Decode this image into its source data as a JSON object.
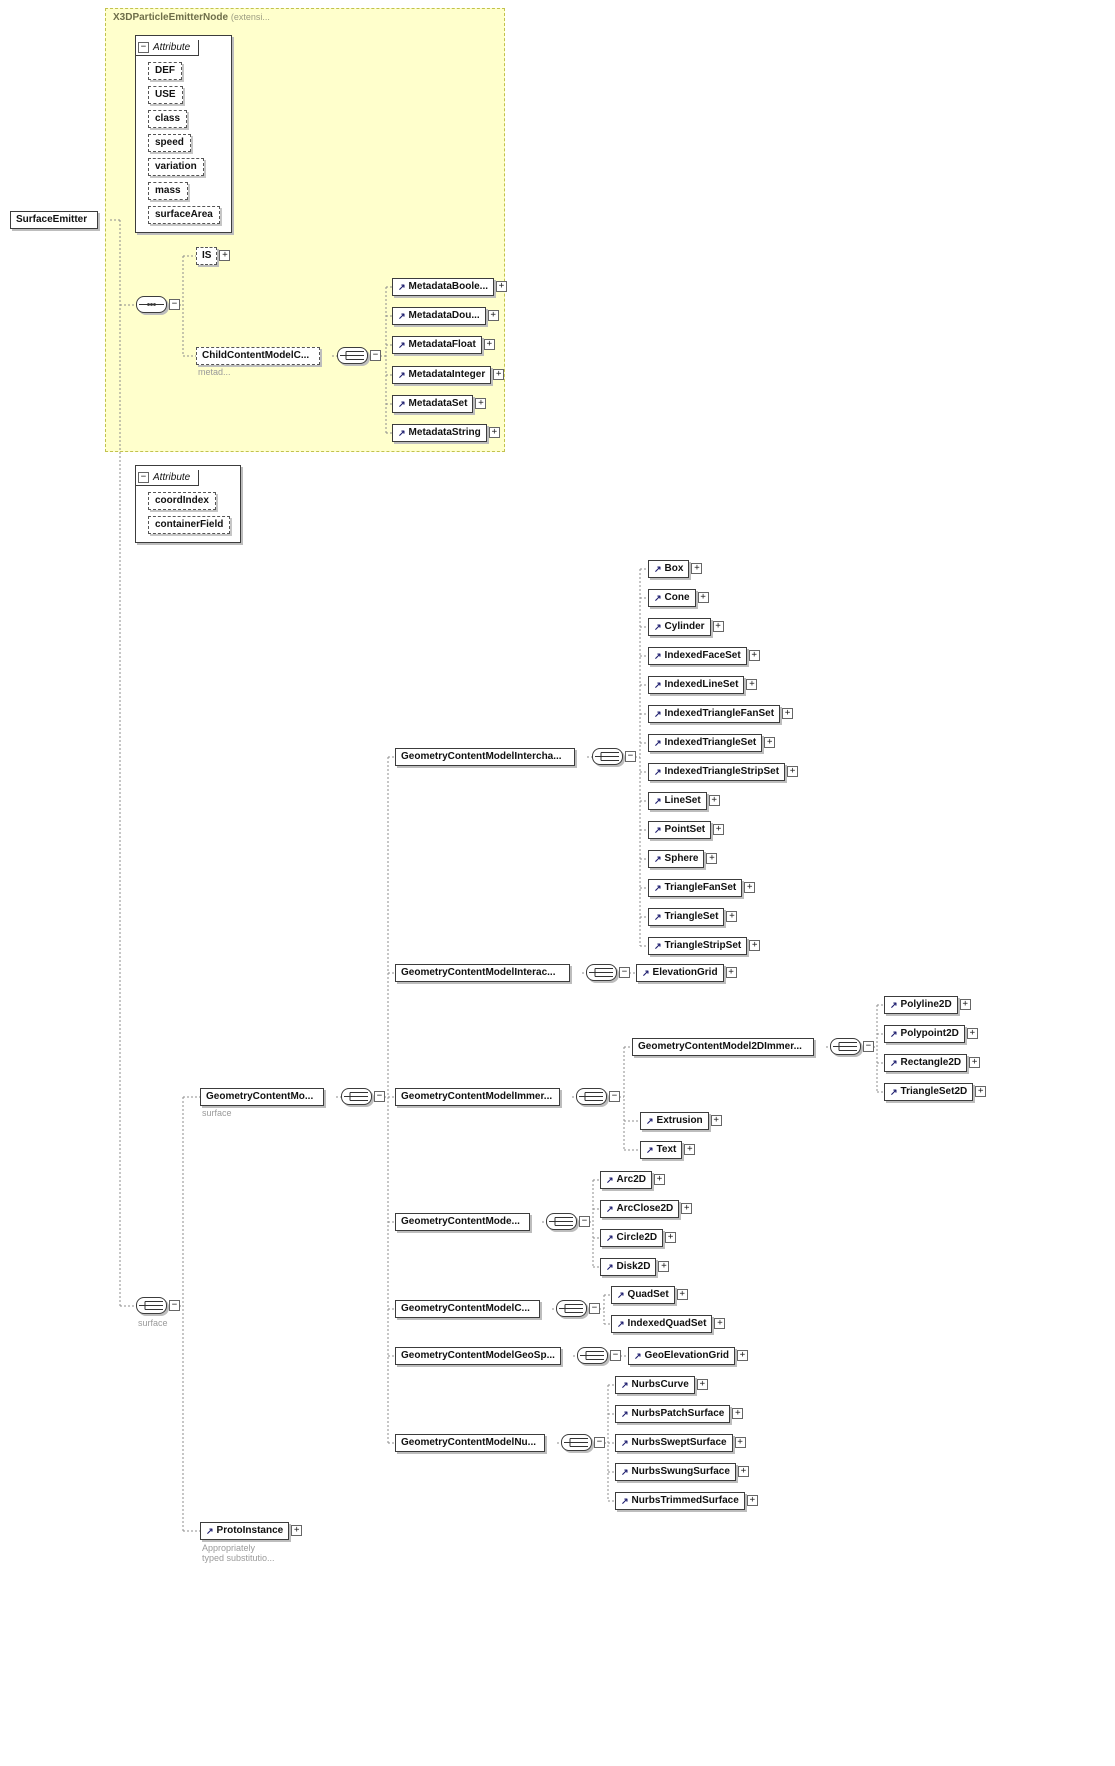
{
  "icons": {
    "collapse": "−",
    "expand": "+",
    "ref": "↗"
  },
  "colors": {
    "extension_background": "#ffffcc",
    "node_border": "#3c3c3c",
    "connector": "#8c8c8c"
  },
  "root": {
    "label": "SurfaceEmitter"
  },
  "extension": {
    "title": "X3DParticleEmitterNode",
    "title_suffix": "(extensi...",
    "attr_header": "Attribute",
    "attributes": [
      "DEF",
      "USE",
      "class",
      "speed",
      "variation",
      "mass",
      "surfaceArea"
    ],
    "is_label": "IS",
    "child_content": {
      "label": "ChildContentModelC...",
      "caption": "metad..."
    },
    "metadata": [
      "MetadataBoole...",
      "MetadataDou...",
      "MetadataFloat",
      "MetadataInteger",
      "MetadataSet",
      "MetadataString"
    ]
  },
  "attributes_group": {
    "header": "Attribute",
    "items": [
      "coordIndex",
      "containerField"
    ]
  },
  "surface_choice": {
    "caption": "surface"
  },
  "geometry_group": {
    "label": "GeometryContentMo...",
    "caption": "surface"
  },
  "branches": {
    "interchange": {
      "label": "GeometryContentModelIntercha...",
      "children": [
        "Box",
        "Cone",
        "Cylinder",
        "IndexedFaceSet",
        "IndexedLineSet",
        "IndexedTriangleFanSet",
        "IndexedTriangleSet",
        "IndexedTriangleStripSet",
        "LineSet",
        "PointSet",
        "Sphere",
        "TriangleFanSet",
        "TriangleSet",
        "TriangleStripSet"
      ]
    },
    "interactive": {
      "label": "GeometryContentModelInterac...",
      "children": [
        "ElevationGrid"
      ]
    },
    "immersive": {
      "label": "GeometryContentModelImmer...",
      "sub2d": {
        "label": "GeometryContentModel2DImmer...",
        "children": [
          "Polyline2D",
          "Polypoint2D",
          "Rectangle2D",
          "TriangleSet2D"
        ]
      },
      "children": [
        "Extrusion",
        "Text"
      ]
    },
    "geometry2d": {
      "label": "GeometryContentMode...",
      "children": [
        "Arc2D",
        "ArcClose2D",
        "Circle2D",
        "Disk2D"
      ]
    },
    "cad": {
      "label": "GeometryContentModelC...",
      "children": [
        "QuadSet",
        "IndexedQuadSet"
      ]
    },
    "geospatial": {
      "label": "GeometryContentModelGeoSp...",
      "children": [
        "GeoElevationGrid"
      ]
    },
    "nurbs": {
      "label": "GeometryContentModelNu...",
      "children": [
        "NurbsCurve",
        "NurbsPatchSurface",
        "NurbsSweptSurface",
        "NurbsSwungSurface",
        "NurbsTrimmedSurface"
      ]
    }
  },
  "proto": {
    "label": "ProtoInstance",
    "caption_line1": "Appropriately",
    "caption_line2": "typed substitutio..."
  }
}
